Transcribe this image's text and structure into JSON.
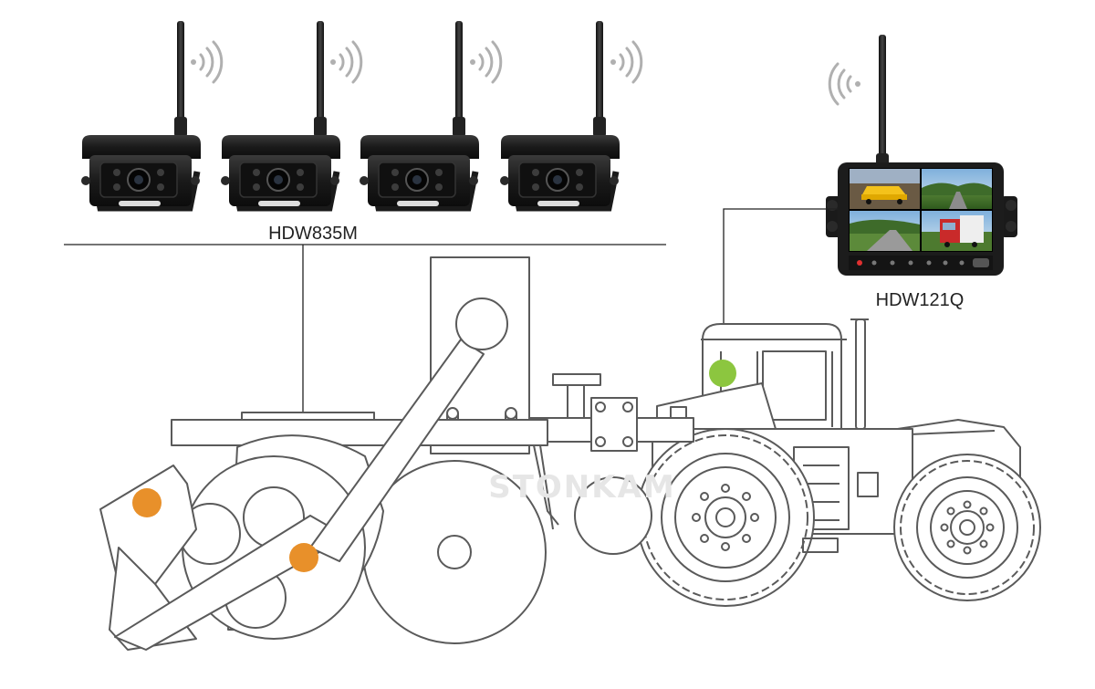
{
  "labels": {
    "camera_model": "HDW835M",
    "monitor_model": "HDW121Q",
    "watermark": "STONKAM"
  },
  "colors": {
    "camera_marker": "#e8902a",
    "monitor_marker": "#8cc63f",
    "line_art": "#5a5a5a",
    "wire": "#222222",
    "wifi_signal": "#b0b0b0"
  },
  "icons": {
    "camera": "wireless-camera-icon",
    "monitor": "quad-view-monitor-icon",
    "signal": "wifi-signal-icon"
  },
  "camera_count": 4
}
